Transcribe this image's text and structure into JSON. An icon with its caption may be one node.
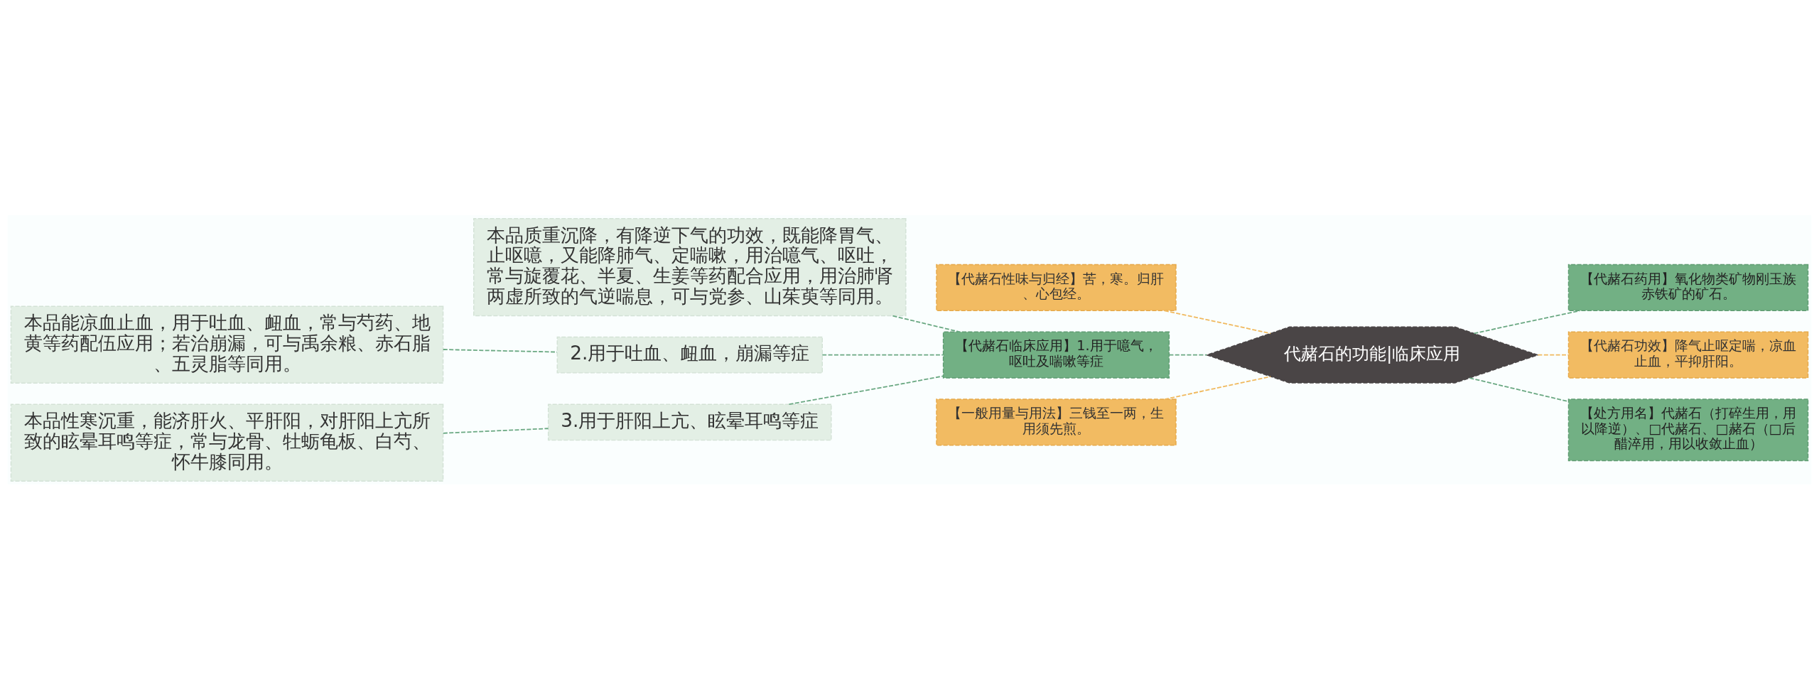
{
  "diagram": {
    "nodes": [
      {
        "text": [
          "代赭石的功能|临床应用"
        ]
      },
      {
        "text": [
          "【代赭石性味与归经】苦，寒。归肝、心包经。"
        ]
      },
      {
        "text": [
          "【代赭石临床应用】1.用于噫气，呕吐及喘嗽等症"
        ]
      },
      {
        "text": [
          "本品质重沉降，有降逆下气的功效，既能降胃气、止呕噫，又能降肺气、定喘嗽，用治噫气、呕吐，常与旋覆花、半夏、生姜等药配合应用，用治肺肾两虚所致的气逆喘息，可与党参、山茱萸等同用。"
        ]
      },
      {
        "text": [
          "2.用于吐血、衄血，崩漏等症"
        ]
      },
      {
        "text": [
          "本品能凉血止血，用于吐血、衄血，常与芍药、地黄等药配伍应用；若治崩漏，可与禹余粮、赤石脂、五灵脂等同用。"
        ]
      },
      {
        "text": [
          "3.用于肝阳上亢、眩晕耳鸣等症"
        ]
      },
      {
        "text": [
          "本品性寒沉重，能济肝火、平肝阳，对肝阳上亢所致的眩晕耳鸣等症，常与龙骨、牡蛎龟板、白芍、怀牛膝同用。"
        ]
      },
      {
        "text": [
          "【一般用量与用法】三钱至一两，生用须先煎。"
        ]
      },
      {
        "text": [
          "【代赭石药用】氧化物类矿物刚玉族赤铁矿的矿石。"
        ]
      },
      {
        "text": [
          "【代赭石功效】降气止呕定喘，凉血止血，平抑肝阳。"
        ]
      },
      {
        "text": [
          "【处方用名】代赭石（打碎生用，用以降逆）、□代赭石、□赭石（□后醋淬用，用以收敛止血）"
        ]
      }
    ],
    "edges": [
      {
        "from": 0,
        "to": 1,
        "arrow": "none",
        "style": "dashed",
        "color": "#f0b95e"
      },
      {
        "from": 0,
        "to": 2,
        "arrow": "none",
        "style": "dashed"
      },
      {
        "from": 2,
        "to": 3,
        "arrow": "none",
        "style": "dashed"
      },
      {
        "from": 2,
        "to": 4,
        "arrow": "none",
        "style": "dashed"
      },
      {
        "from": 4,
        "to": 5,
        "arrow": "none",
        "style": "dashed"
      },
      {
        "from": 2,
        "to": 6,
        "arrow": "none",
        "style": "dashed"
      },
      {
        "from": 6,
        "to": 7,
        "arrow": "none",
        "style": "dashed"
      },
      {
        "from": 0,
        "to": 8,
        "arrow": "none",
        "style": "dashed",
        "color": "#f0b95e"
      },
      {
        "from": 0,
        "to": 9,
        "arrow": "none",
        "style": "dashed"
      },
      {
        "from": 0,
        "to": 10,
        "arrow": "none",
        "style": "dashed",
        "color": "#f0b95e"
      },
      {
        "from": 0,
        "to": 11,
        "arrow": "none",
        "style": "dashed"
      }
    ]
  }
}
